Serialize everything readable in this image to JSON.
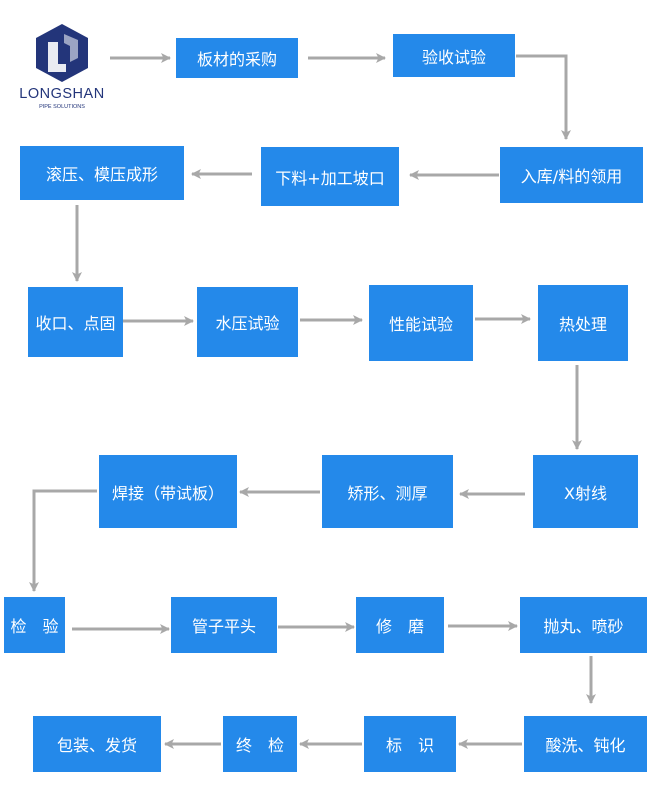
{
  "logo": {
    "name": "LONGSHAN",
    "tagline": "PIPE SOLUTIONS"
  },
  "steps": [
    "板材的采购",
    "验收试验",
    "入库/料的领用",
    "下料+加工坡口",
    "滚压、模压成形",
    "收口、点固",
    "水压试验",
    "性能试验",
    "热处理",
    "X射线",
    "矫形、测厚",
    "焊接（带试板）",
    "检　验",
    "管子平头",
    "修　磨",
    "抛丸、喷砂",
    "酸洗、钝化",
    "标　识",
    "终　检",
    "包装、发货"
  ],
  "colors": {
    "node": "#2489ea",
    "arrow": "#a8a8a8",
    "logo": "#23357a"
  }
}
